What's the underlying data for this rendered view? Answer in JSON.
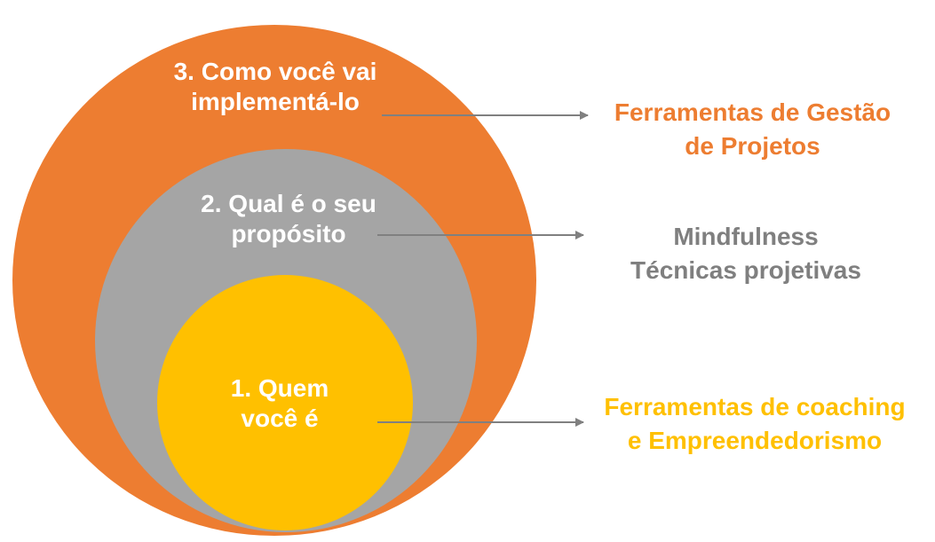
{
  "colors": {
    "outer": "#ED7D31",
    "middle": "#A5A5A5",
    "inner": "#FFC000",
    "arrow": "#808080",
    "label_orange": "#ED7D31",
    "label_gray": "#7F7F7F",
    "label_gold": "#FFC000"
  },
  "rings": {
    "outer": {
      "line1": "3. Como você vai",
      "line2": "implementá-lo"
    },
    "middle": {
      "line1": "2. Qual é o seu",
      "line2": "propósito"
    },
    "inner": {
      "line1": "1. Quem",
      "line2": "você é"
    }
  },
  "side_labels": {
    "outer": {
      "line1": "Ferramentas de Gestão",
      "line2": "de Projetos"
    },
    "middle": {
      "line1": "Mindfulness",
      "line2": "Técnicas projetivas"
    },
    "inner": {
      "line1": "Ferramentas de coaching",
      "line2": "e Empreendedorismo"
    }
  }
}
